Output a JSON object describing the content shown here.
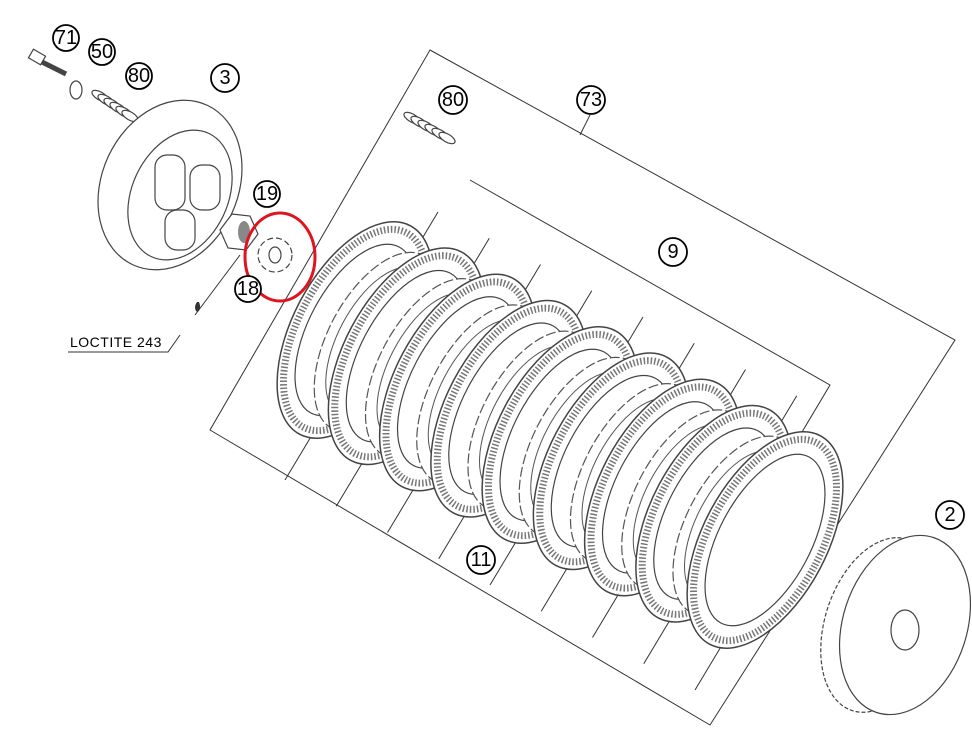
{
  "diagram": {
    "callouts": {
      "bolt": "71",
      "washer": "50",
      "spring_left": "80",
      "pressure_plate": "3",
      "lock_washer": "19",
      "nut": "18",
      "spring_kit": "80",
      "plate_kit": "73",
      "steel_plates": "9",
      "friction_plates": "11",
      "inner_hub": "2"
    },
    "note": "LOCTITE 243",
    "highlight_color": "#e0141e",
    "friction_plate_count": 9
  }
}
